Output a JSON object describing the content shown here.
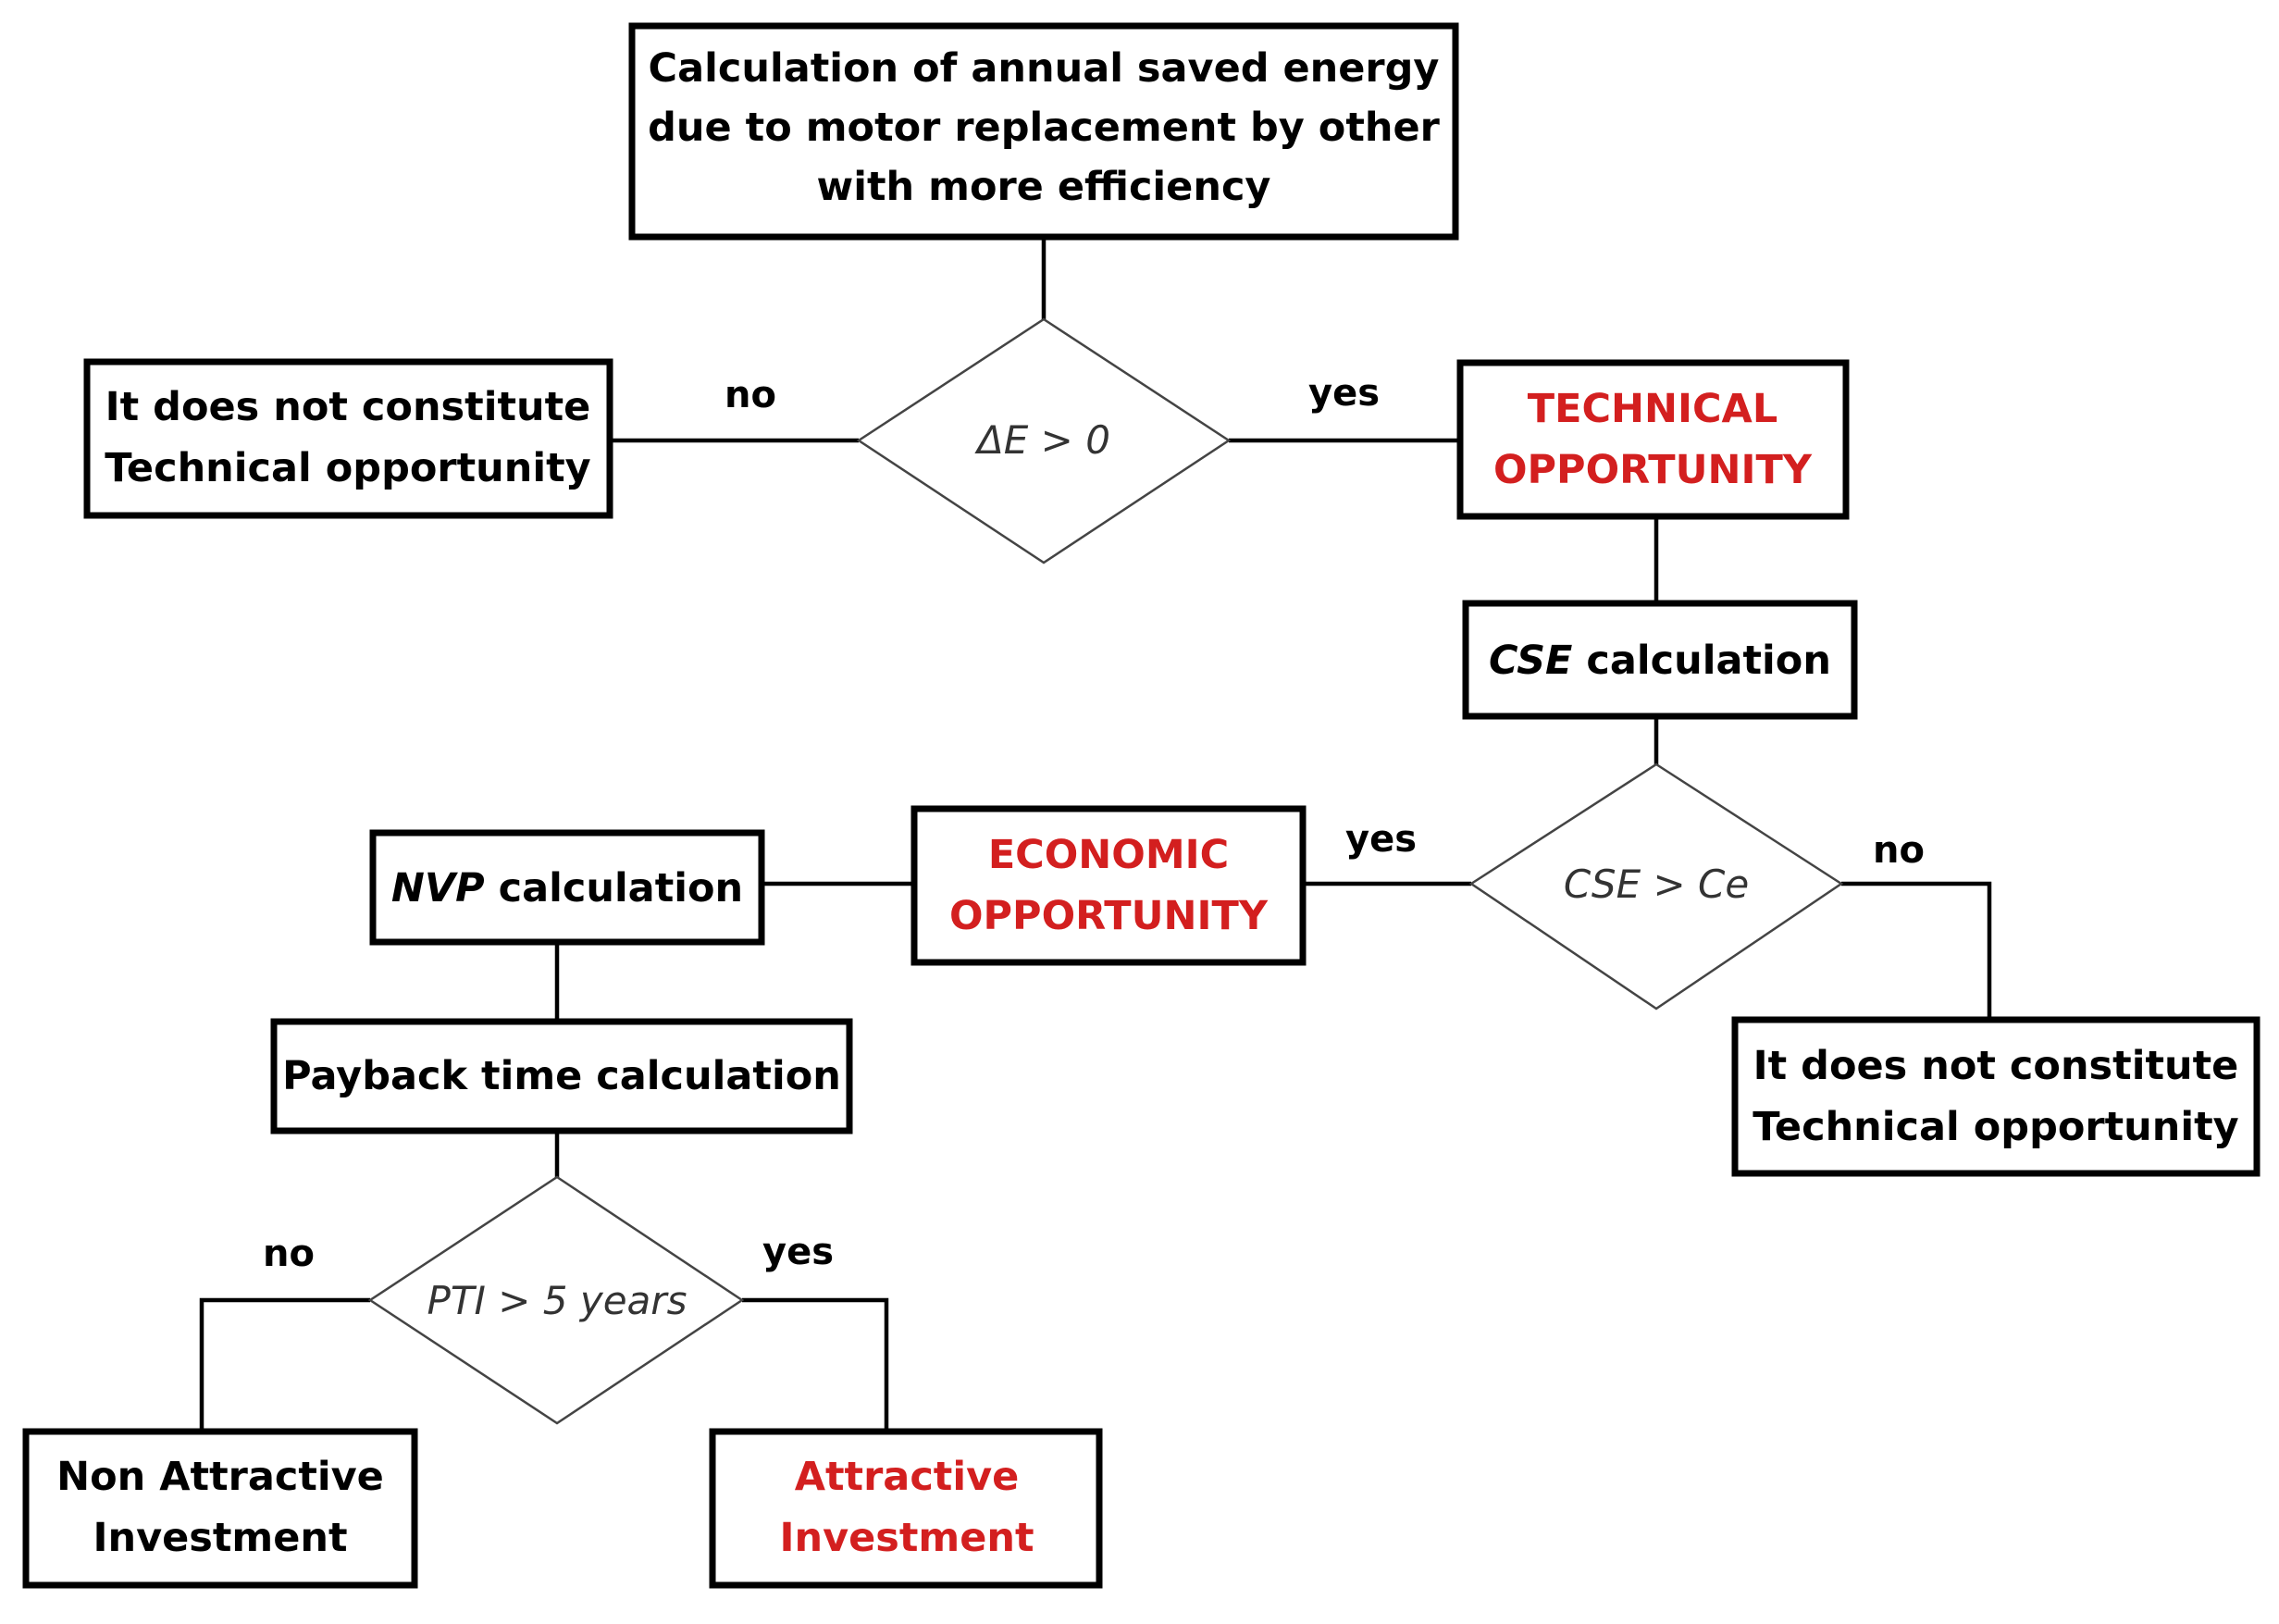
{
  "nodes": {
    "start": {
      "lines": [
        "Calculation of annual  saved energy",
        "due to motor replacement by other",
        "with more efficiency"
      ]
    },
    "not_tech_left": {
      "lines": [
        "It does not constitute",
        "Technical opportunity"
      ]
    },
    "technical_opportunity": {
      "lines": [
        "TECHNICAL",
        "OPPORTUNITY"
      ],
      "color": "#d31f1f"
    },
    "cse_calc": {
      "italic": "CSE",
      "rest": " calculation"
    },
    "economic_opportunity": {
      "lines": [
        "ECONOMIC",
        "OPPORTUNITY"
      ],
      "color": "#d31f1f"
    },
    "nvp_calc": {
      "italic": "NVP",
      "rest": " calculation"
    },
    "payback_calc": {
      "label": "Payback time calculation"
    },
    "not_tech_right": {
      "lines": [
        "It does not constitute",
        "Technical opportunity"
      ]
    },
    "non_attractive": {
      "lines": [
        "Non Attractive",
        "Investment"
      ]
    },
    "attractive": {
      "lines": [
        "Attractive",
        "Investment"
      ],
      "color": "#d31f1f"
    }
  },
  "decisions": {
    "delta_e": "ΔE > 0",
    "cse_ce": "CSE > Ce",
    "pti": "PTI > 5 years"
  },
  "edge_labels": {
    "d1_no": "no",
    "d1_yes": "yes",
    "d2_yes": "yes",
    "d2_no": "no",
    "d3_no": "no",
    "d3_yes": "yes"
  }
}
